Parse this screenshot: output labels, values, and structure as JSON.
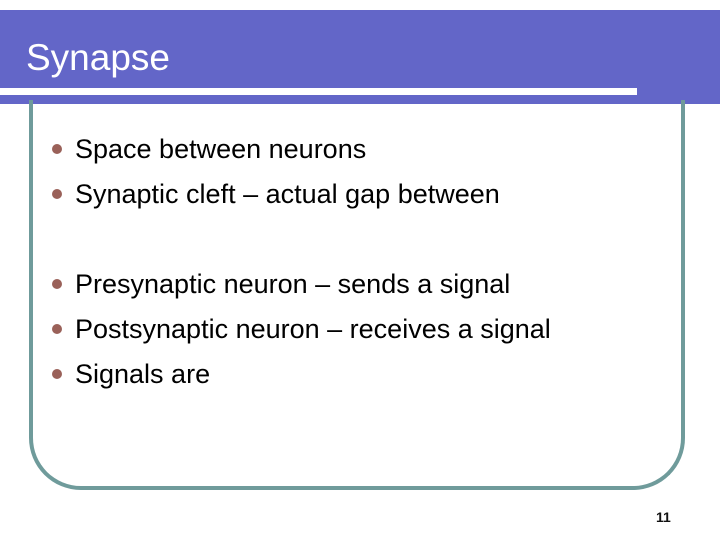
{
  "slide": {
    "title": "Synapse",
    "page_number": "11",
    "colors": {
      "header_band": "#6366c8",
      "frame_border": "#6f9b9b",
      "bullet_dot": "#9a6159",
      "title_text": "#ffffff",
      "body_text": "#000000",
      "background": "#ffffff"
    },
    "bullets": [
      {
        "text": "Space between neurons",
        "type": "bullet"
      },
      {
        "text": "Synaptic cleft – actual gap between",
        "type": "bullet"
      },
      {
        "text": "",
        "type": "blank"
      },
      {
        "text": "Presynaptic neuron – sends a signal",
        "type": "bullet"
      },
      {
        "text": "Postsynaptic neuron – receives a signal",
        "type": "bullet"
      },
      {
        "text": "Signals are",
        "type": "bullet"
      }
    ]
  }
}
